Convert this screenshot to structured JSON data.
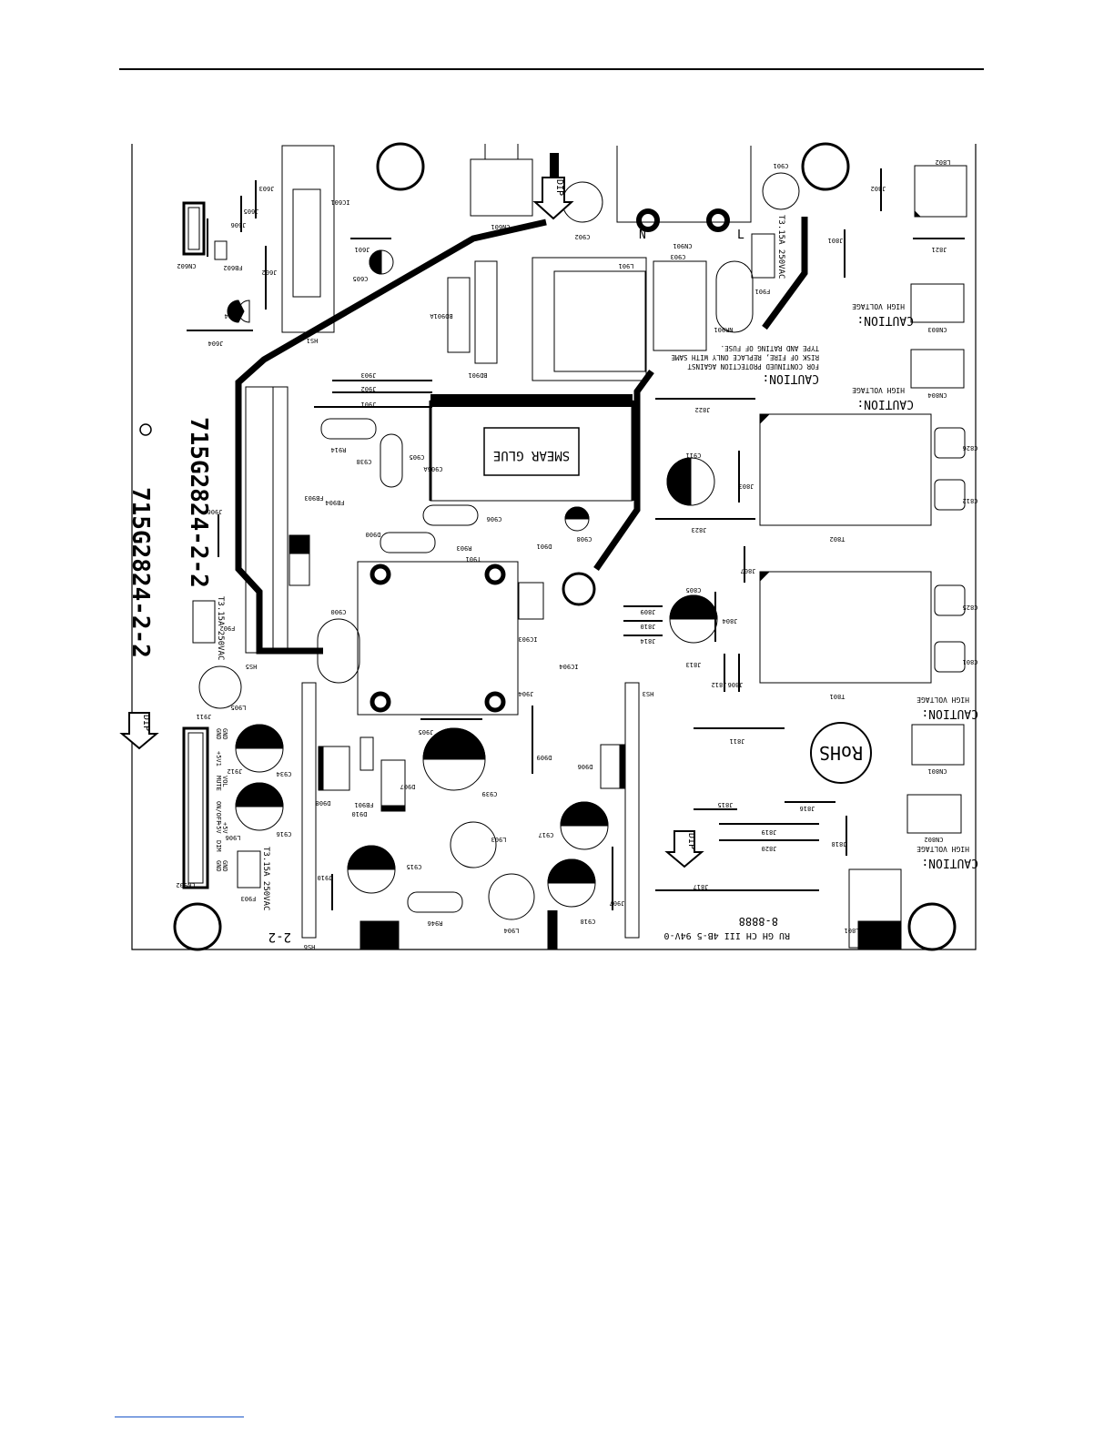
{
  "diagram": {
    "board_id": "715G2824-2-2",
    "marking_text": "SMEAR GLUE",
    "dip": "DIP",
    "rohs": "RoHS",
    "caution": "CAUTION:",
    "high_voltage": "HIGH VOLTAGE",
    "fuse_rating": "T3.15A 250VAC",
    "fuse_warning": [
      "FOR CONTINUED PROTECTION AGAINST",
      "RISK OF FIRE, REPLACE ONLY WITH SAME",
      "TYPE AND RATING OF FUSE."
    ],
    "ul_mark": "RU GH CH III 4B-5 94V-0",
    "date_code": "8-8888",
    "rev": "2-2",
    "line_labels": {
      "n": "N",
      "l": "L"
    },
    "cn902_pins": [
      "GND",
      "GND",
      "+5V1",
      "MUTE",
      "VOL",
      "ON/OFF",
      "+5V",
      "+5V",
      "DIM",
      "GND",
      "GND"
    ],
    "components": [
      "CN602",
      "FB602",
      "J606",
      "J605",
      "J603",
      "J602",
      "J604",
      "C604",
      "IC601",
      "HS1",
      "J601",
      "C605",
      "CN601",
      "C902",
      "CN901",
      "C903",
      "L901",
      "NR901",
      "F901",
      "C901",
      "J802",
      "L802",
      "J801",
      "J821",
      "BD901A",
      "BD901",
      "CN803",
      "CN804",
      "J903",
      "J902",
      "J901",
      "J822",
      "R914",
      "C938",
      "C905",
      "C905A",
      "C911",
      "J803",
      "C826",
      "C812",
      "T802",
      "FB903",
      "FB904",
      "C906",
      "J906",
      "D900",
      "J823",
      "C908",
      "D901",
      "R903",
      "T901",
      "IC903",
      "J807",
      "C825",
      "C801",
      "T801",
      "HS5",
      "C900",
      "F902",
      "J815",
      "J809",
      "J810",
      "J814",
      "C805",
      "J804",
      "J813",
      "J812",
      "J806",
      "IC904",
      "L905",
      "J911",
      "J912",
      "C934",
      "C916",
      "L906",
      "F903",
      "CN902",
      "D908",
      "D907",
      "FB901",
      "D910",
      "J905",
      "C939",
      "J904",
      "D909",
      "D906",
      "HS3",
      "J811",
      "CN801",
      "J815b",
      "J816",
      "J819",
      "J820",
      "J818",
      "CN802",
      "C917",
      "L903",
      "C915",
      "J910",
      "R946",
      "L904",
      "C918",
      "J907",
      "J817",
      "L801",
      "HS6"
    ]
  }
}
